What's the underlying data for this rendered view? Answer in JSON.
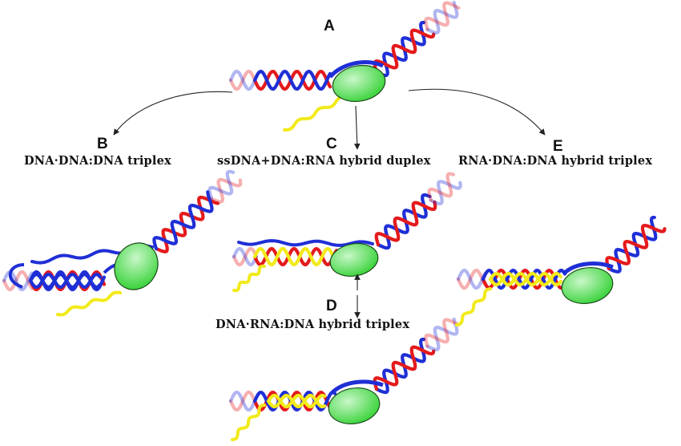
{
  "panels": {
    "A": {
      "letter": "A",
      "caption": ""
    },
    "B": {
      "letter": "B",
      "caption": "DNA·DNA:DNA triplex"
    },
    "C": {
      "letter": "C",
      "caption": "ssDNA+DNA:RNA hybrid duplex"
    },
    "D": {
      "letter": "D",
      "caption": "DNA·RNA:DNA hybrid triplex"
    },
    "E": {
      "letter": "E",
      "caption": "RNA·DNA:DNA hybrid triplex"
    }
  },
  "colors": {
    "strand_red": "#e41a1c",
    "strand_blue": "#1f2fd6",
    "rna_yellow": "#f2ea1a",
    "protein_green": "#35d235",
    "protein_green_light": "#c9f7c9",
    "arrow": "#222222"
  }
}
